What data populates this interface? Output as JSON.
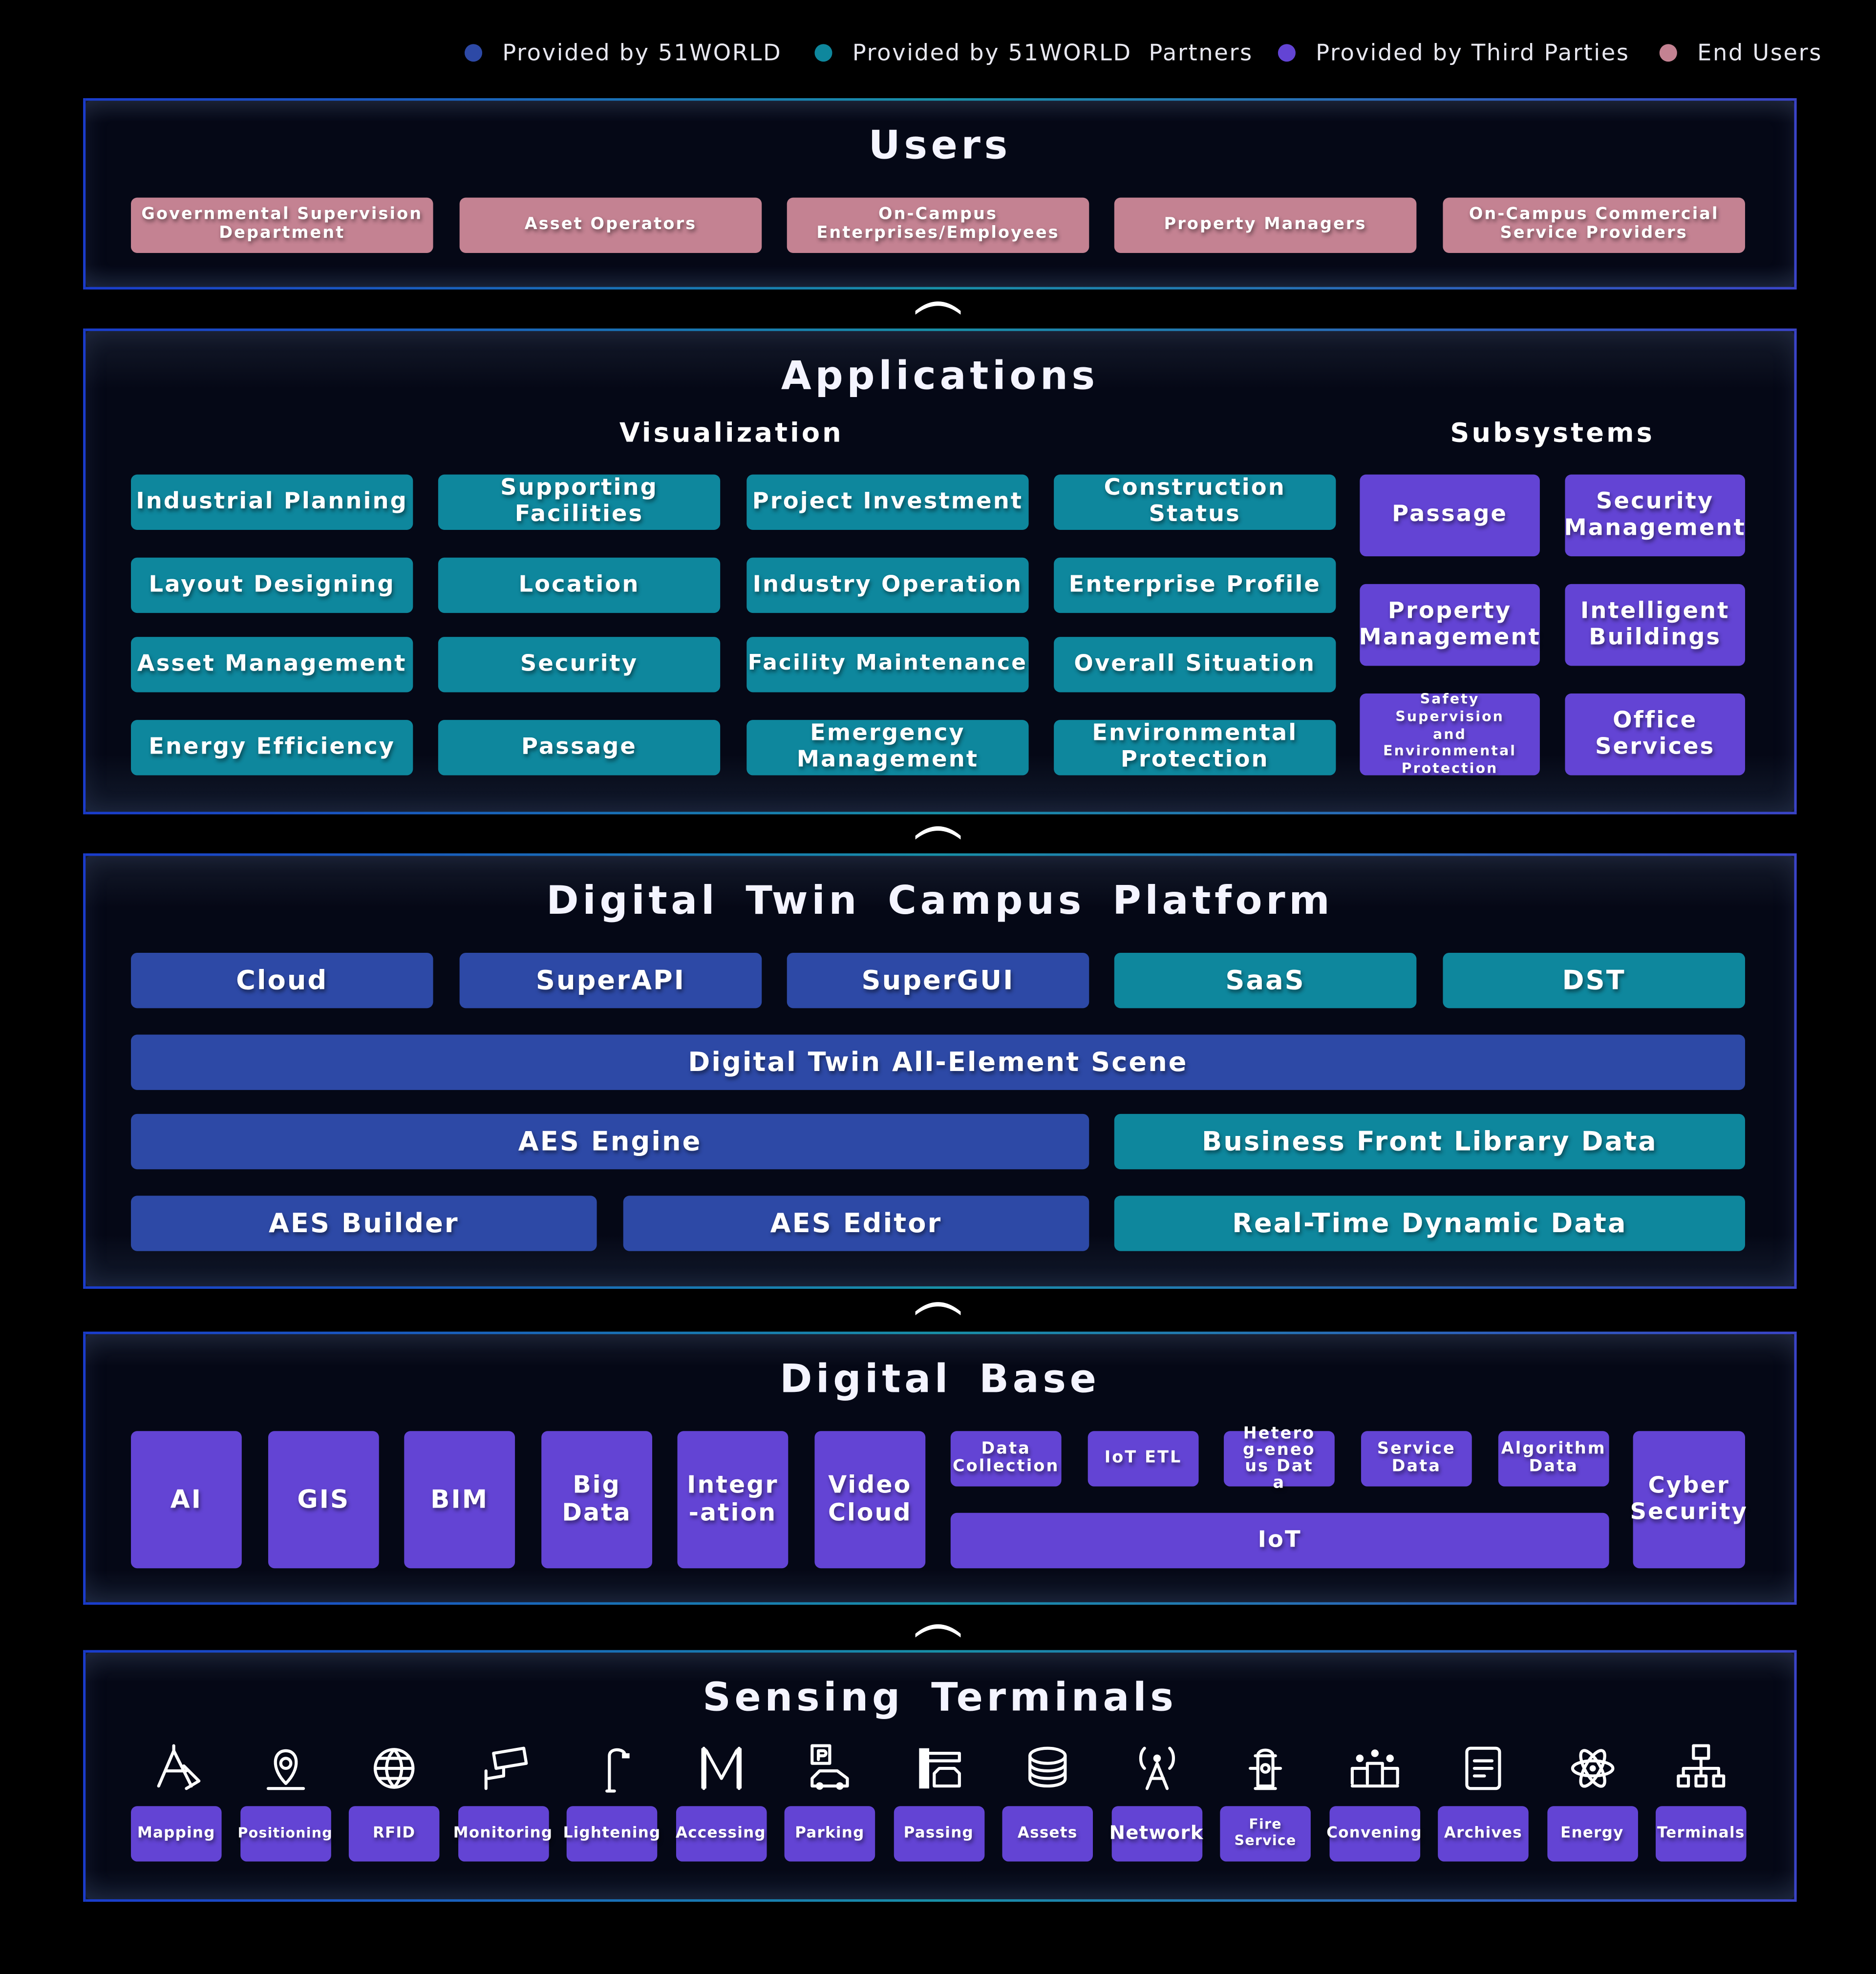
{
  "legend": [
    {
      "label": "Provided by 51WORLD",
      "color": "#2d49a6"
    },
    {
      "label": "Provided by 51WORLD  Partners",
      "color": "#0e879d"
    },
    {
      "label": "Provided by Third Parties",
      "color": "#6344d4"
    },
    {
      "label": "End Users",
      "color": "#c48292"
    }
  ],
  "users": {
    "title": "Users",
    "items": [
      "Governmental Supervision Department",
      "Asset Operators",
      "On-Campus Enterprises/Employees",
      "Property Managers",
      "On-Campus Commercial Service Providers"
    ]
  },
  "applications": {
    "title": "Applications",
    "visualization": {
      "label": "Visualization",
      "items": [
        "Industrial Planning",
        "Supporting Facilities",
        "Project Investment",
        "Construction Status",
        "Layout Designing",
        "Location",
        "Industry Operation",
        "Enterprise Profile",
        "Asset Management",
        "Security",
        "Facility Maintenance",
        "Overall Situation",
        "Energy Efficiency",
        "Passage",
        "Emergency Management",
        "Environmental Protection"
      ]
    },
    "subsystems": {
      "label": "Subsystems",
      "items": [
        "Passage",
        "Security Management",
        "Property Management",
        "Intelligent Buildings",
        "Safety Supervision and Environmental Protection",
        "Office Services"
      ]
    }
  },
  "platform": {
    "title": "Digital Twin Campus Platform",
    "row1": [
      "Cloud",
      "SuperAPI",
      "SuperGUI",
      "SaaS",
      "DST"
    ],
    "scene": "Digital Twin All-Element Scene",
    "aes_engine": "AES Engine",
    "business_front": "Business Front Library Data",
    "aes_builder": "AES Builder",
    "aes_editor": "AES Editor",
    "realtime": "Real-Time Dynamic Data"
  },
  "base": {
    "title": "Digital Base",
    "tiles": [
      "AI",
      "GIS",
      "BIM",
      "Big Data",
      "Integr-ation",
      "Video Cloud"
    ],
    "small": [
      "Data Collection",
      "IoT ETL",
      "Heterog-eneous Data",
      "Service Data",
      "Algorithm Data"
    ],
    "iot": "IoT",
    "cyber": "Cyber Security"
  },
  "sensing": {
    "title": "Sensing Terminals",
    "items": [
      {
        "label": "Mapping",
        "icon": "mapping-icon"
      },
      {
        "label": "Positioning",
        "icon": "location-pin-icon"
      },
      {
        "label": "RFID",
        "icon": "globe-icon"
      },
      {
        "label": "Monitoring",
        "icon": "camera-icon"
      },
      {
        "label": "Lightening",
        "icon": "street-lamp-icon"
      },
      {
        "label": "Accessing",
        "icon": "gate-icon"
      },
      {
        "label": "Parking",
        "icon": "parking-icon"
      },
      {
        "label": "Passing",
        "icon": "barrier-icon"
      },
      {
        "label": "Assets",
        "icon": "coins-icon"
      },
      {
        "label": "Network",
        "icon": "antenna-icon"
      },
      {
        "label": "Fire Service",
        "icon": "hydrant-icon"
      },
      {
        "label": "Convening",
        "icon": "meeting-icon"
      },
      {
        "label": "Archives",
        "icon": "document-icon"
      },
      {
        "label": "Energy",
        "icon": "atom-icon"
      },
      {
        "label": "Terminals",
        "icon": "network-tree-icon"
      }
    ]
  }
}
